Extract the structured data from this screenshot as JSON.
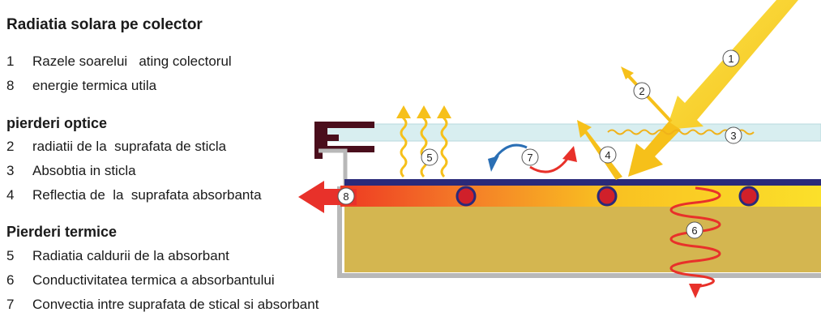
{
  "title": "Radiatia solara pe  colector",
  "groups": [
    {
      "heading": "",
      "items": [
        {
          "num": "1",
          "label": "Razele soarelui   ating colectorul"
        },
        {
          "num": "8",
          "label": "energie termica utila"
        }
      ]
    },
    {
      "heading": "pierderi optice",
      "items": [
        {
          "num": "2",
          "label": "radiatii de la  suprafata de sticla"
        },
        {
          "num": "3",
          "label": "Absobtia in sticla"
        },
        {
          "num": "4",
          "label": "Reflectia de  la  suprafata absorbanta"
        }
      ]
    },
    {
      "heading": "Pierderi termice",
      "items": [
        {
          "num": "5",
          "label": "Radiatia caldurii de la absorbant"
        },
        {
          "num": "6",
          "label": "Conductivitatea termica a absorbantului"
        },
        {
          "num": "7",
          "label": "Convectia intre suprafata de stical si absorbant"
        }
      ]
    }
  ],
  "callouts": [
    "1",
    "2",
    "3",
    "4",
    "5",
    "6",
    "7",
    "8"
  ],
  "colors": {
    "glass": "#d8eef0",
    "absorber_line": "#2a2a7a",
    "collector_body": "#d4b650",
    "frame": "#b8b8b8",
    "sun_ray": "#f7c81e",
    "heat_arrow": "#e8312a",
    "tube": "#d0202a",
    "profile": "#4a0e1c",
    "convection_blue": "#2a6fb5"
  }
}
